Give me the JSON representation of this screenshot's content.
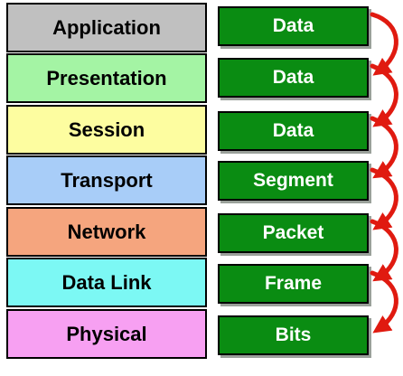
{
  "layers": [
    {
      "name": "Application",
      "color": "#c0c0c0"
    },
    {
      "name": "Presentation",
      "color": "#a4f4a4"
    },
    {
      "name": "Session",
      "color": "#fdfda0"
    },
    {
      "name": "Transport",
      "color": "#a8cdf8"
    },
    {
      "name": "Network",
      "color": "#f5a57e"
    },
    {
      "name": "Data Link",
      "color": "#7cf8f4"
    },
    {
      "name": "Physical",
      "color": "#f7a0f2"
    }
  ],
  "pdus": [
    "Data",
    "Data",
    "Data",
    "Segment",
    "Packet",
    "Frame",
    "Bits"
  ],
  "colors": {
    "pdu_fill": "#0a8c12",
    "arrow": "#e01a10"
  }
}
